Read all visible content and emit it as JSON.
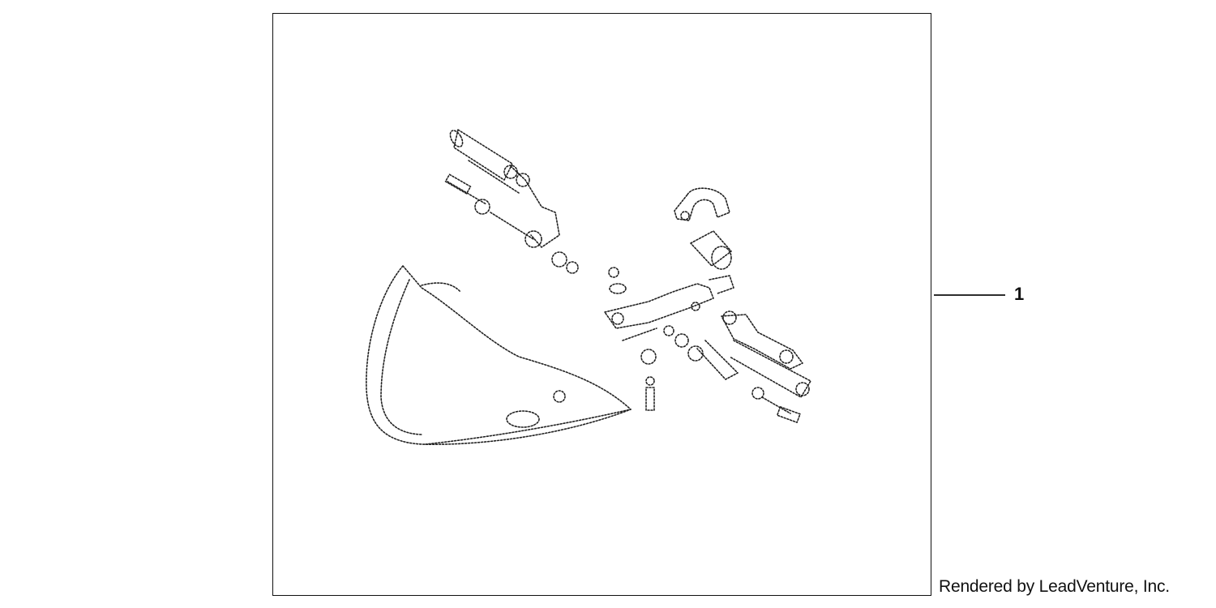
{
  "diagram": {
    "callouts": [
      {
        "number": "1",
        "part": "windscreen-kit"
      }
    ],
    "credit": "Rendered by LeadVenture, Inc.",
    "colors": {
      "line": "#222222",
      "background": "#ffffff"
    }
  }
}
